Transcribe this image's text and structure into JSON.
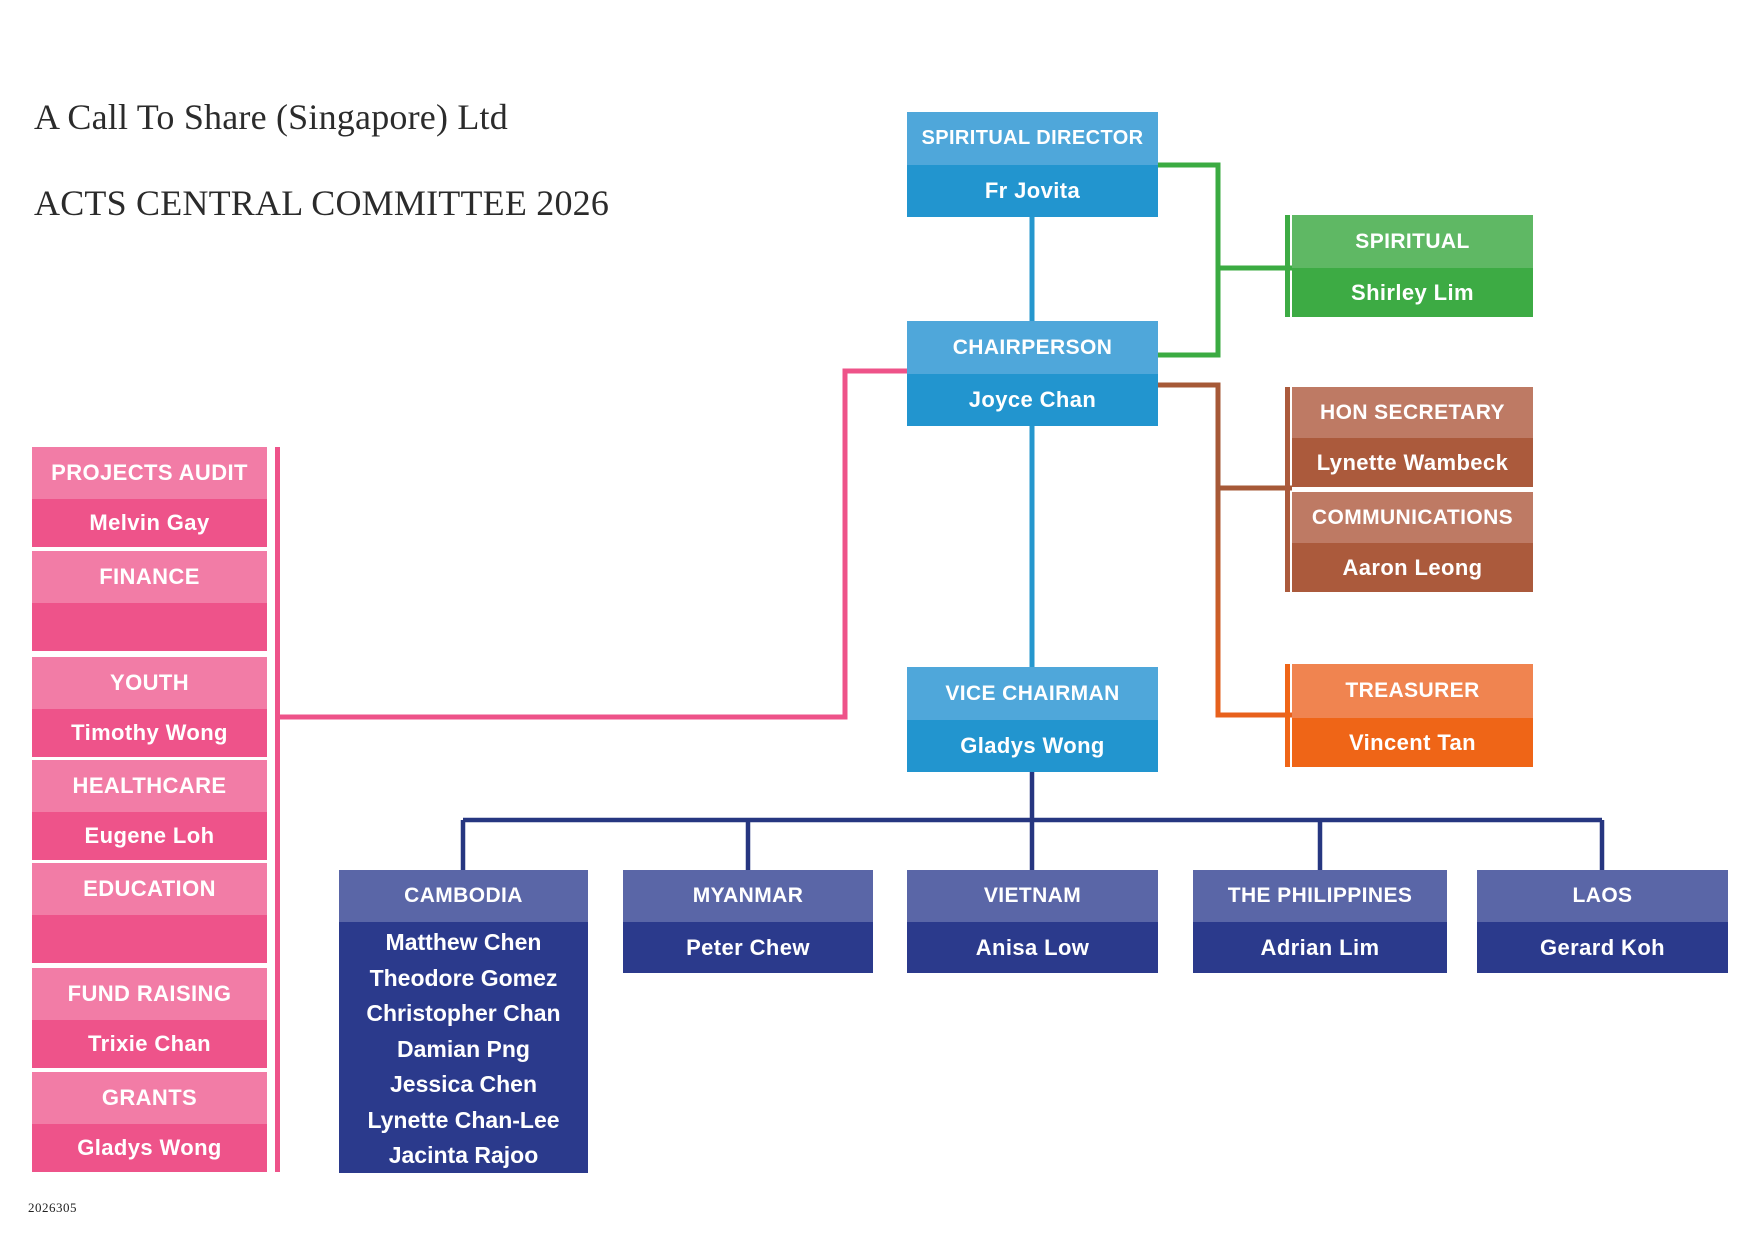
{
  "title": {
    "line1": "A Call To Share (Singapore) Ltd",
    "line2": "ACTS CENTRAL COMMITTEE 2026"
  },
  "footer_code": "2026305",
  "palette": {
    "blue_header": "#4FA7DA",
    "blue_body": "#2295CF",
    "blue_line": "#2597CE",
    "green_header": "#5FB864",
    "green_body": "#3DAB44",
    "green_line": "#3BAB42",
    "brown_header": "#BE7A64",
    "brown_body": "#AB5A3C",
    "brown_line": "#A65937",
    "orange_header": "#F08450",
    "orange_body": "#EF6517",
    "orange_line": "#E8611C",
    "navy_header": "#5A66A7",
    "navy_body": "#2B3A8C",
    "navy_line": "#263680",
    "pink_header": "#F27CA6",
    "pink_body": "#EE538A",
    "pink_line": "#EE5389"
  },
  "org": {
    "spiritual_director": {
      "role": "SPIRITUAL DIRECTOR",
      "name": "Fr Jovita"
    },
    "chairperson": {
      "role": "CHAIRPERSON",
      "name": "Joyce Chan"
    },
    "vice_chairman": {
      "role": "VICE CHAIRMAN",
      "name": "Gladys Wong"
    },
    "spiritual": {
      "role": "SPIRITUAL",
      "name": "Shirley Lim"
    },
    "hon_secretary": {
      "role": "HON SECRETARY",
      "name": "Lynette Wambeck"
    },
    "communications": {
      "role": "COMMUNICATIONS",
      "name": "Aaron Leong"
    },
    "treasurer": {
      "role": "TREASURER",
      "name": "Vincent Tan"
    },
    "committees": [
      {
        "role": "PROJECTS AUDIT",
        "name": "Melvin Gay"
      },
      {
        "role": "FINANCE",
        "name": ""
      },
      {
        "role": "YOUTH",
        "name": "Timothy Wong"
      },
      {
        "role": "HEALTHCARE",
        "name": "Eugene Loh"
      },
      {
        "role": "EDUCATION",
        "name": ""
      },
      {
        "role": "FUND RAISING",
        "name": "Trixie Chan"
      },
      {
        "role": "GRANTS",
        "name": "Gladys Wong"
      }
    ],
    "countries": [
      {
        "role": "CAMBODIA",
        "members": [
          "Matthew Chen",
          "Theodore Gomez",
          "Christopher Chan",
          "Damian Png",
          "Jessica Chen",
          "Lynette Chan-Lee",
          "Jacinta Rajoo"
        ]
      },
      {
        "role": "MYANMAR",
        "members": [
          "Peter Chew"
        ]
      },
      {
        "role": "VIETNAM",
        "members": [
          "Anisa Low"
        ]
      },
      {
        "role": "THE PHILIPPINES",
        "members": [
          "Adrian Lim"
        ]
      },
      {
        "role": "LAOS",
        "members": [
          "Gerard Koh"
        ]
      }
    ]
  }
}
